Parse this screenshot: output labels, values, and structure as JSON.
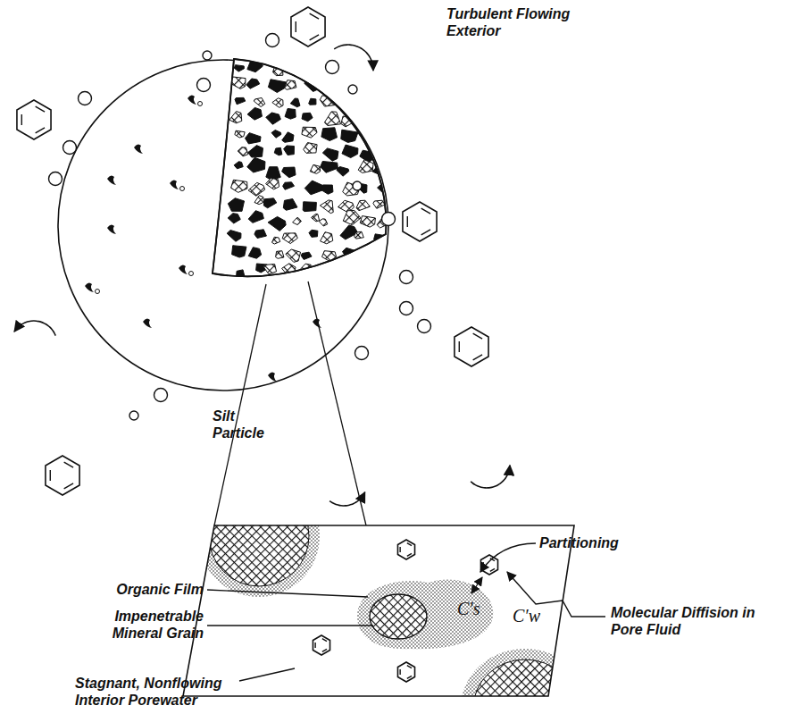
{
  "diagram": {
    "labels": [
      "Turbulent Flowing Exterior",
      "Silt Particle",
      "Partitioning",
      "Organic Film",
      "Impenetrable Mineral Grain",
      "Molecular Diffision in Pore Fluid",
      "Stagnant, Nonflowing Interior Porewater",
      "C′s",
      "C′w"
    ]
  }
}
